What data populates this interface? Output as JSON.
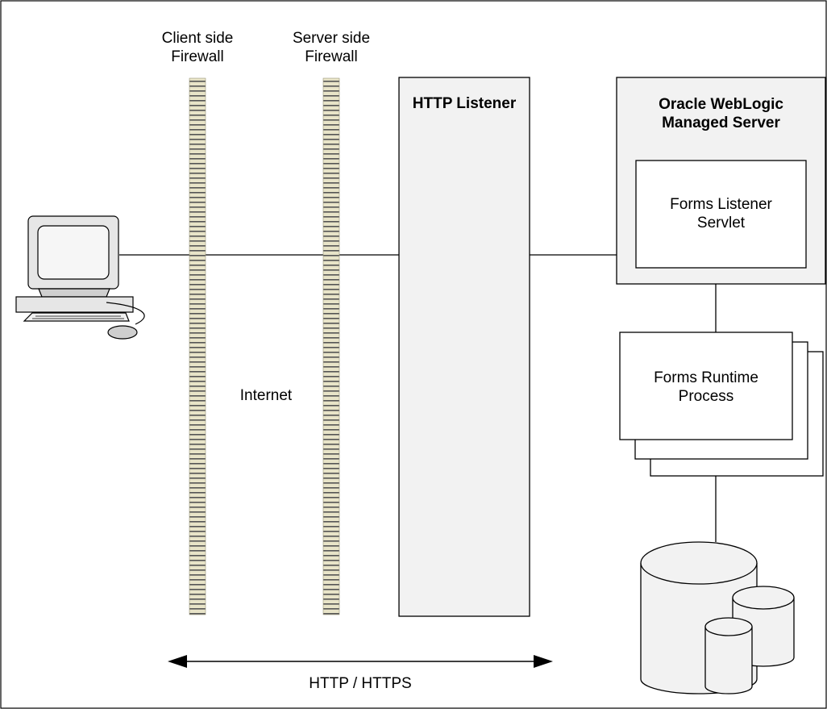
{
  "firewalls": {
    "client_line1": "Client side",
    "client_line2": "Firewall",
    "server_line1": "Server side",
    "server_line2": "Firewall"
  },
  "http_listener": {
    "title": "HTTP Listener"
  },
  "weblogic": {
    "title_line1": "Oracle WebLogic",
    "title_line2": "Managed Server",
    "servlet_line1": "Forms Listener",
    "servlet_line2": "Servlet"
  },
  "runtime": {
    "line1": "Forms Runtime",
    "line2": "Process"
  },
  "network": {
    "label": "Internet"
  },
  "protocol": {
    "label": "HTTP / HTTPS"
  },
  "colors": {
    "box_fill": "#f2f2f2",
    "firewall_fill": "#e8e4c8",
    "firewall_stripe": "#555555",
    "line": "#000000"
  }
}
